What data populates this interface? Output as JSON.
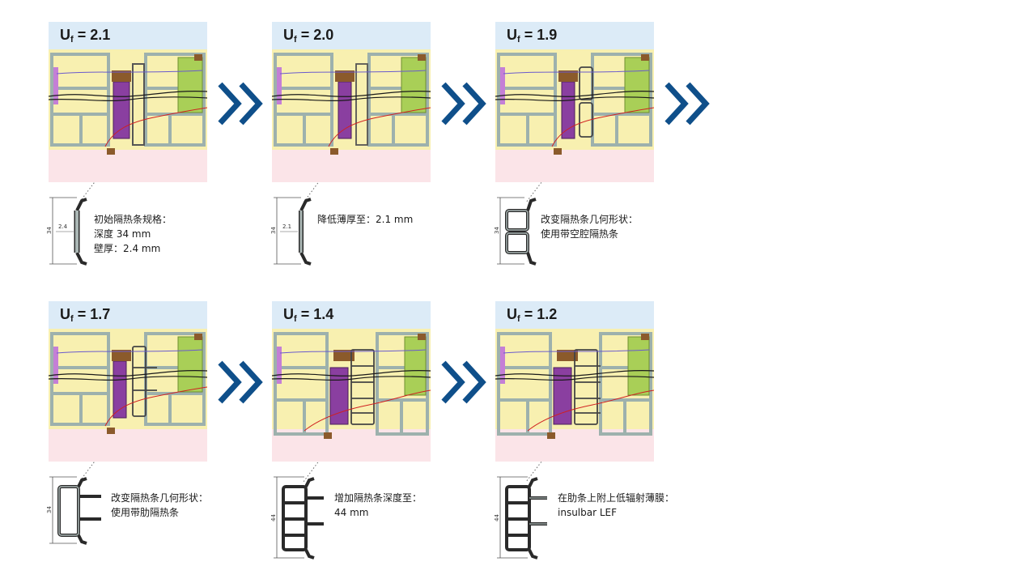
{
  "colors": {
    "header_bg": "#dcebf7",
    "frame_fill": "#f8f0b0",
    "metal": "#9db1ad",
    "metal_stroke": "#4f6460",
    "barrier_purple": "#8a3fa0",
    "gasket_brown": "#8b5a2b",
    "glazing_green": "#a9cf57",
    "indoor_pink": "#fbe4e8",
    "chevron": "#0f4f8a",
    "profile_gray": "#aab6b4"
  },
  "icons": {
    "step_arrow": "double-chevron-right-icon"
  },
  "panels": [
    {
      "uf_symbol": "U",
      "uf_sub": "f",
      "uf_value": "= 2.1",
      "depth_label": "34",
      "thickness_label": "2.4",
      "caption": [
        "初始隔热条规格：",
        "深度 34 mm",
        "壁厚：2.4 mm"
      ]
    },
    {
      "uf_symbol": "U",
      "uf_sub": "f",
      "uf_value": "= 2.0",
      "depth_label": "34",
      "thickness_label": "2.1",
      "caption": [
        "降低薄厚至：2.1 mm"
      ]
    },
    {
      "uf_symbol": "U",
      "uf_sub": "f",
      "uf_value": "= 1.9",
      "depth_label": "34",
      "caption": [
        "改变隔热条几何形状：",
        "使用带空腔隔热条"
      ]
    },
    {
      "uf_symbol": "U",
      "uf_sub": "f",
      "uf_value": "= 1.7",
      "depth_label": "34",
      "caption": [
        "改变隔热条几何形状：",
        "使用带肋隔热条"
      ]
    },
    {
      "uf_symbol": "U",
      "uf_sub": "f",
      "uf_value": "= 1.4",
      "depth_label": "44",
      "caption": [
        "增加隔热条深度至：",
        "44 mm"
      ]
    },
    {
      "uf_symbol": "U",
      "uf_sub": "f",
      "uf_value": "= 1.2",
      "depth_label": "44",
      "caption": [
        "在肋条上附上低辐射薄膜：",
        "insulbar LEF"
      ]
    }
  ]
}
